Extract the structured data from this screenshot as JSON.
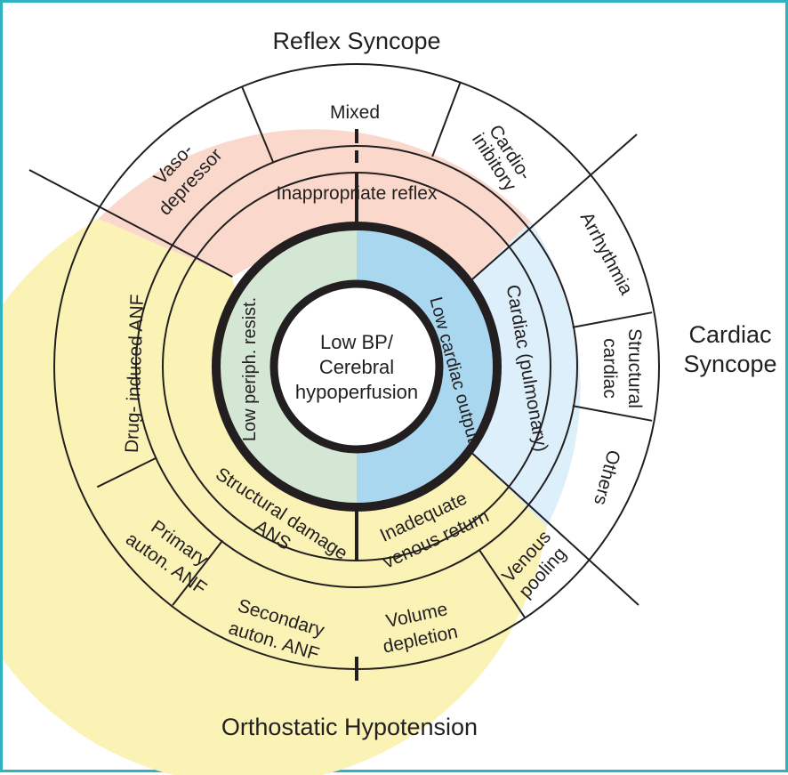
{
  "titles": {
    "reflex": "Reflex Syncope",
    "cardiac_line1": "Cardiac",
    "cardiac_line2": "Syncope",
    "orthostatic": "Orthostatic Hypotension"
  },
  "center": {
    "line1": "Low BP/",
    "line2": "Cerebral",
    "line3": "hypoperfusion"
  },
  "inner_ring": {
    "left": "Low periph. resist.",
    "right": "Low cardiac output"
  },
  "middle_ring": {
    "reflex": "Inappropriate reflex",
    "cardiac": "Cardiac (pulmonary)",
    "venous": [
      "Inadequate",
      "venous return"
    ],
    "structural": [
      "Structural damage",
      "ANS"
    ],
    "drug": "Drug- induced ANF"
  },
  "outer_ring": {
    "vaso": [
      "Vaso-",
      "depressor"
    ],
    "mixed": "Mixed",
    "cardioinhibitory": [
      "Cardio-",
      "inibitory"
    ],
    "arrhythmia": "Arrhythmia",
    "structural_cardiac": [
      "Structural",
      "cardiac"
    ],
    "others": "Others",
    "venous_pooling": [
      "Venous",
      "pooling"
    ],
    "volume_depletion": [
      "Volume",
      "depletion"
    ],
    "secondary": [
      "Secondary",
      "auton. ANF"
    ],
    "primary": [
      "Primary",
      "auton. ANF"
    ]
  },
  "colors": {
    "border": "#2fb3be",
    "reflex_fill": "#fad9cc",
    "cardiac_fill": "#ddeffa",
    "orthostatic_fill": "#fbf3b5",
    "inner_left": "#d4e6d4",
    "inner_right": "#a9d7f0",
    "line": "#231f20"
  }
}
